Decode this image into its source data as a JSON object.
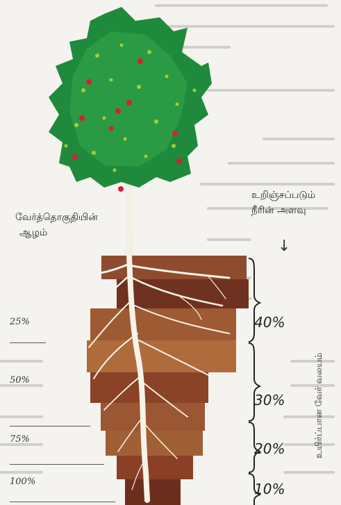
{
  "labels": {
    "root_depth_line1": "வேர்த்தொகுதியின்",
    "root_depth_line2": "ஆழம்",
    "water_uptake_line1": "உறிஞ்சப்படும்",
    "water_uptake_line2": "நீரின் அளவு",
    "active_root_zone": "உயிர்ப்பான வேர் வலயம்",
    "arrow": "↓"
  },
  "depth_marks": [
    "25%",
    "50%",
    "75%",
    "100%"
  ],
  "uptake_values": [
    "40%",
    "30%",
    "20%",
    "10%"
  ],
  "colors": {
    "foliage": "#1f8a3c",
    "fruit": "#d91e3a",
    "trunk": "#f2efe4",
    "soil": [
      "#8e4b2d",
      "#7a3b22",
      "#b06b3d",
      "#8a4327",
      "#9b5633",
      "#7c3a22",
      "#a55e32",
      "#6c2e1d"
    ]
  }
}
